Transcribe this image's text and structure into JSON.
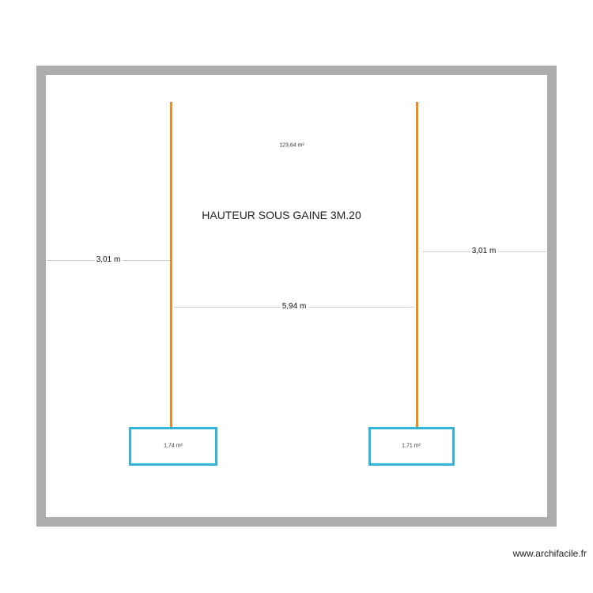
{
  "plan": {
    "total_area": "123,64 m²",
    "note": "HAUTEUR SOUS GAINE 3M.20",
    "dimensions": {
      "left_offset": "3,01 m",
      "pole_spacing": "5,94 m",
      "right_offset": "3,01 m"
    },
    "boxes": [
      {
        "area": "1,74 m²"
      },
      {
        "area": "1,71 m²"
      }
    ],
    "colors": {
      "wall": "#acacac",
      "pole": "#f0891f",
      "box": "#33b5d9",
      "dimension_line": "#cfcfcf"
    }
  },
  "footer": {
    "watermark": "www.archifacile.fr"
  }
}
